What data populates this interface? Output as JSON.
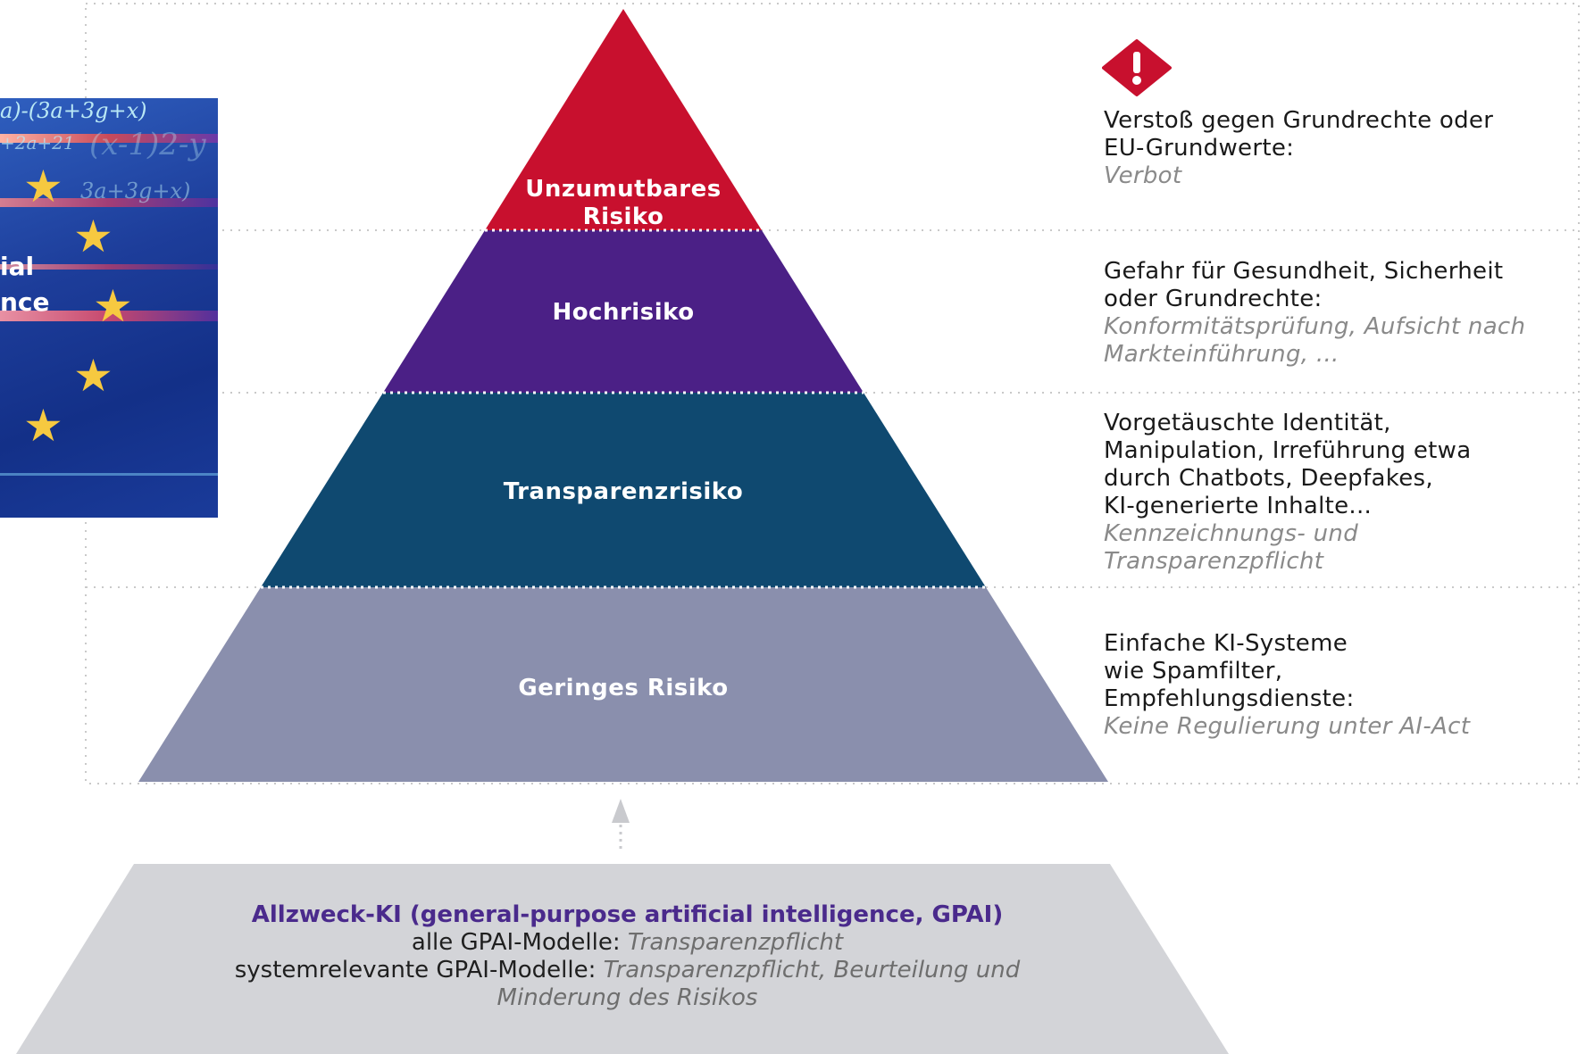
{
  "image": {
    "formula_1": "a)-(3a+3g+x)",
    "formula_2": "+2a+21",
    "formula_3": "(x-1)2-y",
    "formula_4": "3a+3g+x)",
    "text_fragment_1": "ial",
    "text_fragment_2": "nce",
    "stars": 5
  },
  "warning_icon": "warning-diamond-icon",
  "tiers": [
    {
      "label": "Unzumutbares Risiko",
      "color": "#c8102e",
      "description": "Verstoß gegen Grundrechte oder\nEU-Grundwerte:",
      "measure": "Verbot"
    },
    {
      "label": "Hochrisiko",
      "color": "#4b2086",
      "description": "Gefahr für Gesundheit, Sicherheit\noder Grundrechte:",
      "measure": "Konformitätsprüfung, Aufsicht nach\nMarkteinführung, ..."
    },
    {
      "label": "Transparenzrisiko",
      "color": "#0f4970",
      "description": "Vorgetäuschte Identität,\nManipulation, Irreführung etwa\ndurch Chatbots, Deepfakes,\nKI-generierte Inhalte...",
      "measure": "Kennzeichnungs- und\nTransparenzpflicht"
    },
    {
      "label": "Geringes Risiko",
      "color": "#8a8fad",
      "description": "Einfache KI-Systeme\nwie Spamfilter,\nEmpfehlungsdienste:",
      "measure": "Keine Regulierung unter AI-Act"
    }
  ],
  "gpai": {
    "title": "Allzweck-KI (general-purpose artificial intelligence, GPAI)",
    "line1_prefix": "alle GPAI-Modelle: ",
    "line1_measure": "Transparenzpflicht",
    "line2_prefix": "systemrelevante GPAI-Modelle: ",
    "line2_measure": "Transparenzpflicht, Beurteilung und",
    "line3_measure": "Minderung des Risikos",
    "color": "#d3d4d8"
  }
}
